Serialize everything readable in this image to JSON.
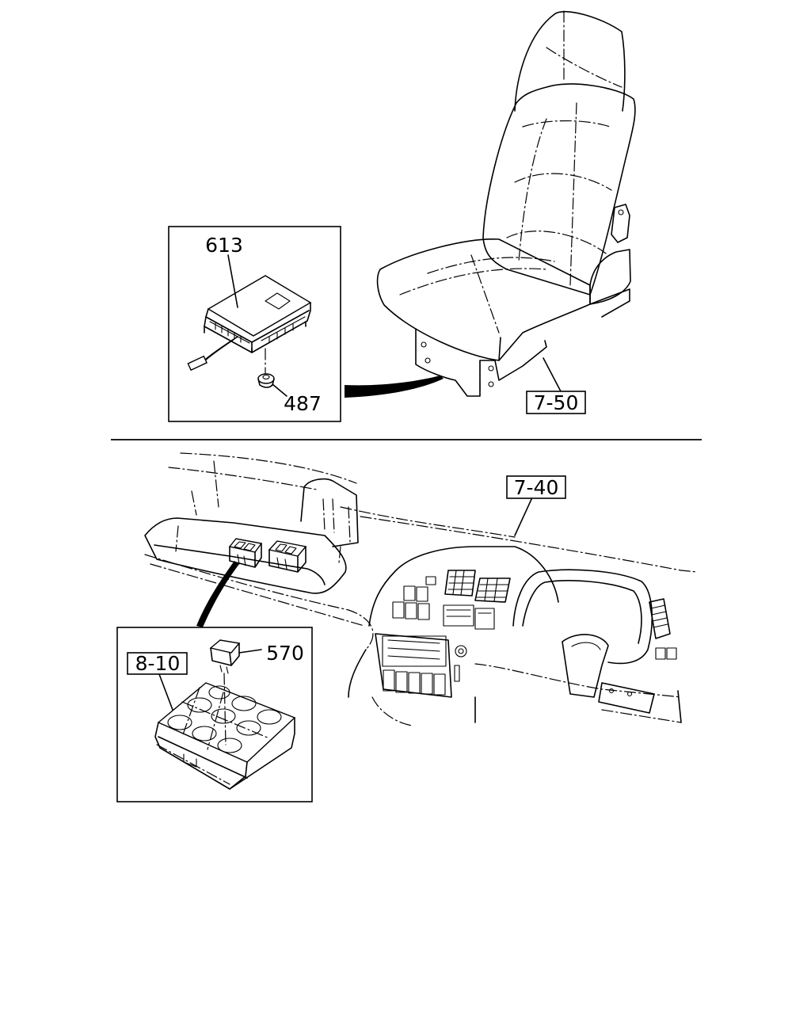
{
  "callouts": {
    "part_613": "613",
    "part_487": "487",
    "ref_7_50": "7-50",
    "ref_7_40": "7-40",
    "ref_8_10": "8-10",
    "part_570": "570"
  },
  "colors": {
    "line": "#000000",
    "background": "#ffffff"
  }
}
